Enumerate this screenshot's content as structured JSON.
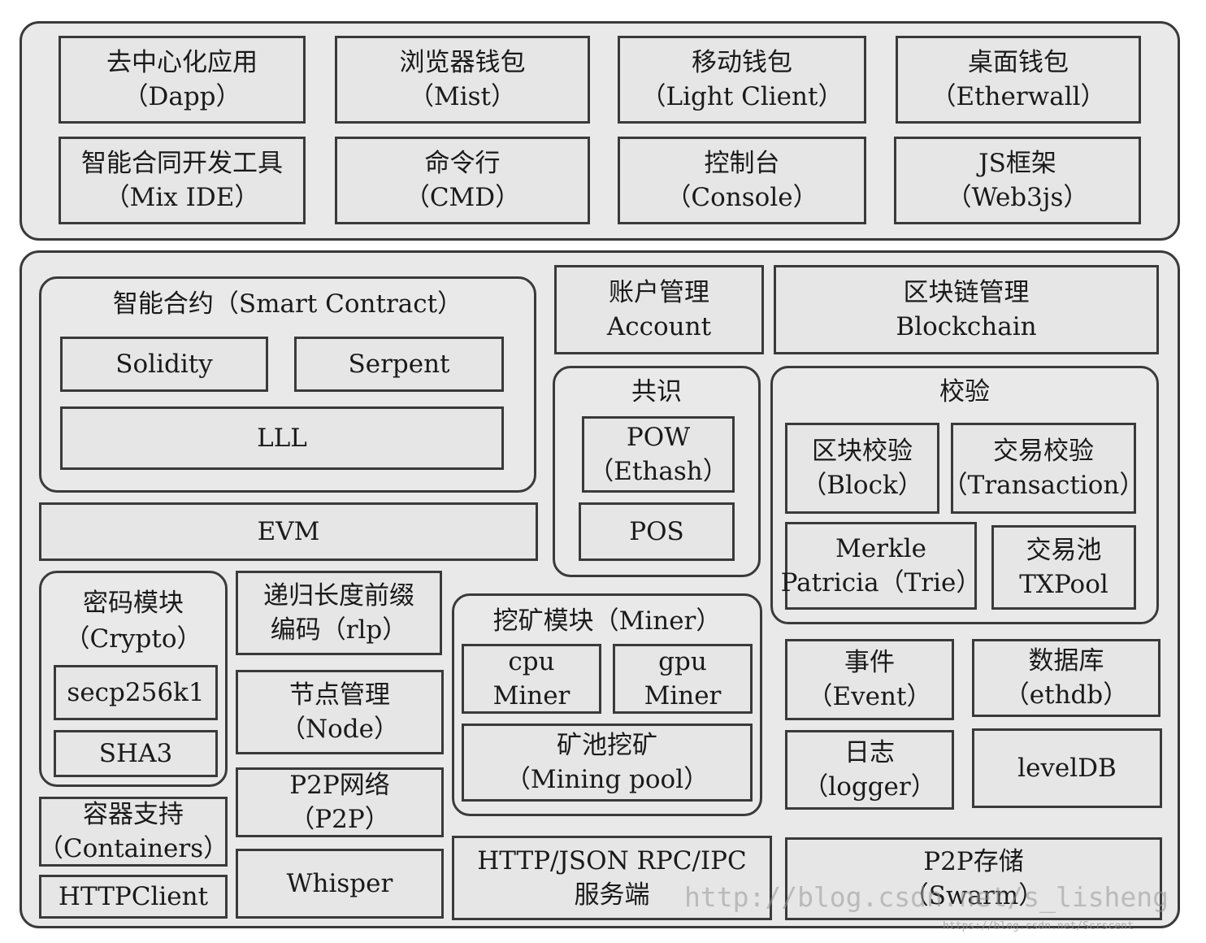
{
  "app_layer": {
    "dapp": {
      "zh": "去中心化应用",
      "en": "（Dapp）"
    },
    "mist": {
      "zh": "浏览器钱包",
      "en": "（Mist）"
    },
    "light_client": {
      "zh": "移动钱包",
      "en": "（Light Client）"
    },
    "etherwall": {
      "zh": "桌面钱包",
      "en": "（Etherwall）"
    },
    "mix_ide": {
      "zh": "智能合同开发工具",
      "en": "（Mix IDE）"
    },
    "cmd": {
      "zh": "命令行",
      "en": "（CMD）"
    },
    "console": {
      "zh": "控制台",
      "en": "（Console）"
    },
    "web3js": {
      "zh": "JS框架",
      "en": "（Web3js）"
    }
  },
  "core": {
    "smart_contract": {
      "title": "智能合约（Smart Contract）",
      "solidity": "Solidity",
      "serpent": "Serpent",
      "lll": "LLL"
    },
    "evm": "EVM",
    "account": {
      "zh": "账户管理",
      "en": "Account"
    },
    "blockchain": {
      "zh": "区块链管理",
      "en": "Blockchain"
    },
    "consensus": {
      "title": "共识",
      "pow": {
        "l1": "POW",
        "l2": "（Ethash）"
      },
      "pos": "POS"
    },
    "validation": {
      "title": "校验",
      "block": {
        "zh": "区块校验",
        "en": "（Block）"
      },
      "transaction": {
        "zh": "交易校验",
        "en": "（Transaction）"
      },
      "merkle": {
        "l1": "Merkle",
        "l2": "Patricia（Trie）"
      },
      "txpool": {
        "zh": "交易池",
        "en": "TXPool"
      }
    },
    "crypto": {
      "title_zh": "密码模块",
      "title_en": "（Crypto）",
      "secp": "secp256k1",
      "sha3": "SHA3"
    },
    "rlp": {
      "l1": "递归长度前缀",
      "l2": "编码（rlp）"
    },
    "node": {
      "zh": "节点管理",
      "en": "（Node）"
    },
    "p2p": {
      "zh": "P2P网络",
      "en": "（P2P）"
    },
    "whisper": "Whisper",
    "miner": {
      "title": "挖矿模块（Miner）",
      "cpu": {
        "l1": "cpu",
        "l2": "Miner"
      },
      "gpu": {
        "l1": "gpu",
        "l2": "Miner"
      },
      "pool": {
        "zh": "矿池挖矿",
        "en": "（Mining pool）"
      }
    },
    "event": {
      "zh": "事件",
      "en": "（Event）"
    },
    "ethdb": {
      "zh": "数据库",
      "en": "（ethdb）"
    },
    "logger": {
      "zh": "日志",
      "en": "（logger）"
    },
    "leveldb": "levelDB",
    "containers": {
      "zh": "容器支持",
      "en": "（Containers）"
    },
    "httpclient": "HTTPClient",
    "rpc": {
      "l1": "HTTP/JSON RPC/IPC",
      "l2": "服务端"
    },
    "swarm": {
      "zh": "P2P存储",
      "en": "（Swarm）"
    }
  },
  "watermark": {
    "main": "http://blog.csdn.net/s_lisheng",
    "small": "https://blog.csdn.net/Scrscent"
  }
}
